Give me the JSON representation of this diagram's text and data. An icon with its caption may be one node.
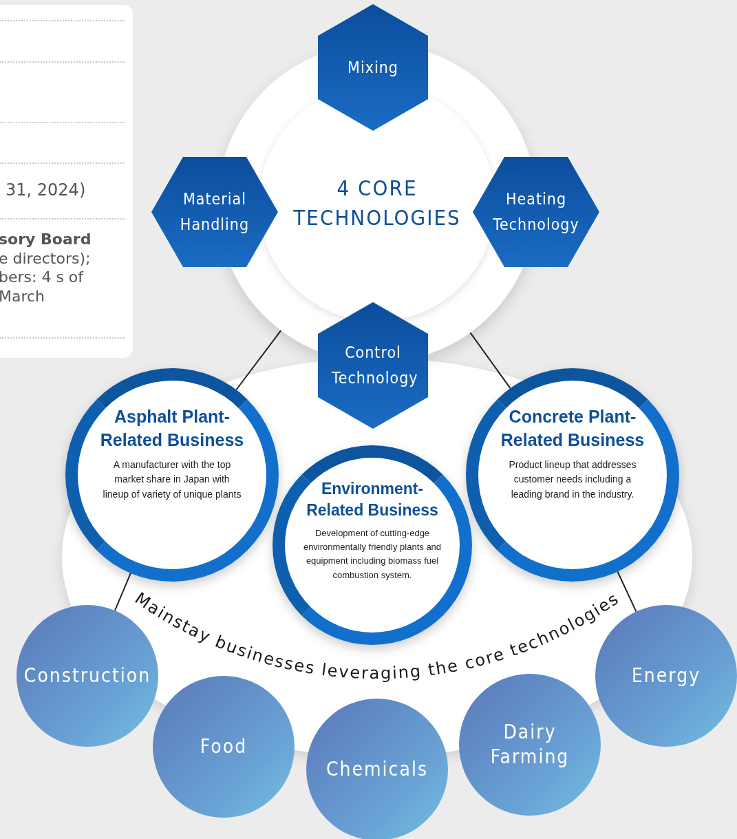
{
  "diagram": {
    "nodes": [
      {
        "text": [
          "4 CORE TECHNOLOGIES"
        ]
      },
      {
        "text": [
          "Mixing"
        ]
      },
      {
        "text": [
          "Material Handling"
        ]
      },
      {
        "text": [
          "Heating Technology"
        ]
      },
      {
        "text": [
          "Control Technology"
        ]
      },
      {
        "text": [
          "Asphalt Plant-Related Business",
          "A manufacturer with the top market share in Japan with lineup of variety of unique plants"
        ]
      },
      {
        "text": [
          "Environment-Related Business",
          "Development of cutting-edge environmentally friendly plants and equipment including biomass fuel combustion system."
        ]
      },
      {
        "text": [
          "Concrete Plant-Related Business",
          "Product lineup that addresses customer needs including a leading brand in the industry."
        ]
      },
      {
        "text": [
          "Construction"
        ]
      },
      {
        "text": [
          "Food"
        ]
      },
      {
        "text": [
          "Chemicals"
        ]
      },
      {
        "text": [
          "Dairy Farming"
        ]
      },
      {
        "text": [
          "Energy"
        ]
      }
    ],
    "edges": [
      {
        "from": 0,
        "to": 5,
        "arrow": "none"
      },
      {
        "from": 0,
        "to": 7,
        "arrow": "none"
      },
      {
        "from": 5,
        "to": 8,
        "arrow": "none"
      },
      {
        "from": 7,
        "to": 12,
        "arrow": "none"
      }
    ],
    "labels": [
      "31, 2024)",
      "**sory Board** e directors); bers: 4 s of March",
      "Mainstay businesses leveraging the core technologies"
    ]
  }
}
